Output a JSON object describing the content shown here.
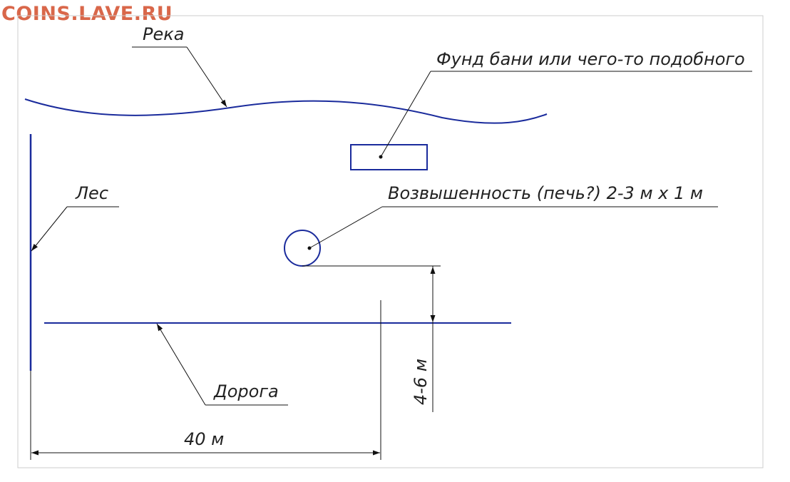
{
  "watermark": {
    "text": "COINS.LAVE.RU",
    "color": "#d9674a"
  },
  "labels": {
    "river": "Река",
    "foundation": "Фунд бани или чего-то подобного",
    "forest": "Лес",
    "elevation": "Возвышенность (печь?) 2-3 м х 1 м",
    "road": "Дорога",
    "distance_vertical": "4-6 м",
    "distance_horizontal": "40 м"
  },
  "colors": {
    "feature": "#1a2b9c",
    "leader": "#111111",
    "border": "#cccccc"
  }
}
